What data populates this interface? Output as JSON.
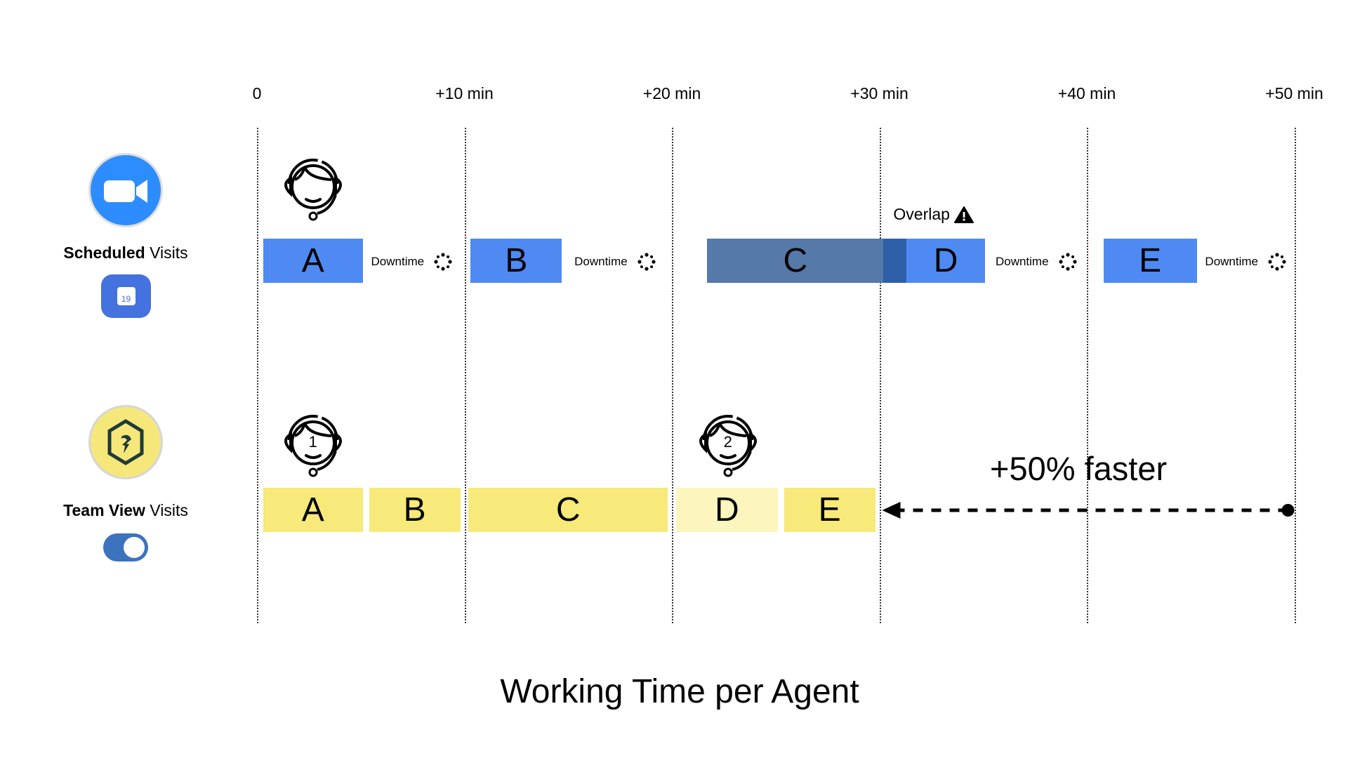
{
  "axis": {
    "ticks": [
      {
        "minute": 0,
        "label": "0"
      },
      {
        "minute": 10,
        "label": "+10 min"
      },
      {
        "minute": 20,
        "label": "+20 min"
      },
      {
        "minute": 30,
        "label": "+30 min"
      },
      {
        "minute": 40,
        "label": "+40 min"
      },
      {
        "minute": 50,
        "label": "+50 min"
      }
    ]
  },
  "rows": {
    "scheduled": {
      "label_bold": "Scheduled",
      "label_rest": " Visits",
      "icon": "zoom-video-camera-icon",
      "badge_icon": "calendar-icon",
      "calendar_day": "19",
      "agent_icon": "agent-headset-icon",
      "bar_color": "#4f8af3",
      "busy_color": "#5579a8",
      "overlap_color": "#2f5fa8",
      "overlap_label": "Overlap",
      "downtime_label": "Downtime",
      "bars": [
        {
          "id": "A",
          "start": 0.3,
          "end": 5.1
        },
        {
          "id": "B",
          "start": 10.3,
          "end": 14.7
        },
        {
          "id": "C",
          "start": 21.7,
          "end": 30.2,
          "dark": true
        },
        {
          "id": "D",
          "start": 31.3,
          "end": 35.1
        }
      ],
      "overlap": {
        "start": 30.2,
        "end": 31.3
      },
      "bar_e": {
        "id": "E",
        "start": 40.8,
        "end": 45.3
      },
      "downtimes": [
        5.5,
        15.3,
        35.6,
        45.7
      ]
    },
    "teamview": {
      "label_bold": "Team View",
      "label_rest": " Visits",
      "icon": "team-view-hexagon-icon",
      "toggle_on": true,
      "agents": [
        {
          "number": "1",
          "minute": 2.7
        },
        {
          "number": "2",
          "minute": 22.7
        }
      ],
      "bar_color": "#f7e97a",
      "light_color": "#fcf5bd",
      "bars": [
        {
          "id": "A",
          "start": 0.3,
          "end": 5.1
        },
        {
          "id": "B",
          "start": 5.4,
          "end": 9.8
        },
        {
          "id": "C",
          "start": 10.2,
          "end": 19.8
        },
        {
          "id": "D",
          "start": 20.2,
          "end": 25.1,
          "light": true
        },
        {
          "id": "E",
          "start": 25.4,
          "end": 29.8
        }
      ]
    }
  },
  "comparison": {
    "label": "+50% faster",
    "from_minute": 50,
    "to_minute": 30
  },
  "title": "Working Time per Agent"
}
